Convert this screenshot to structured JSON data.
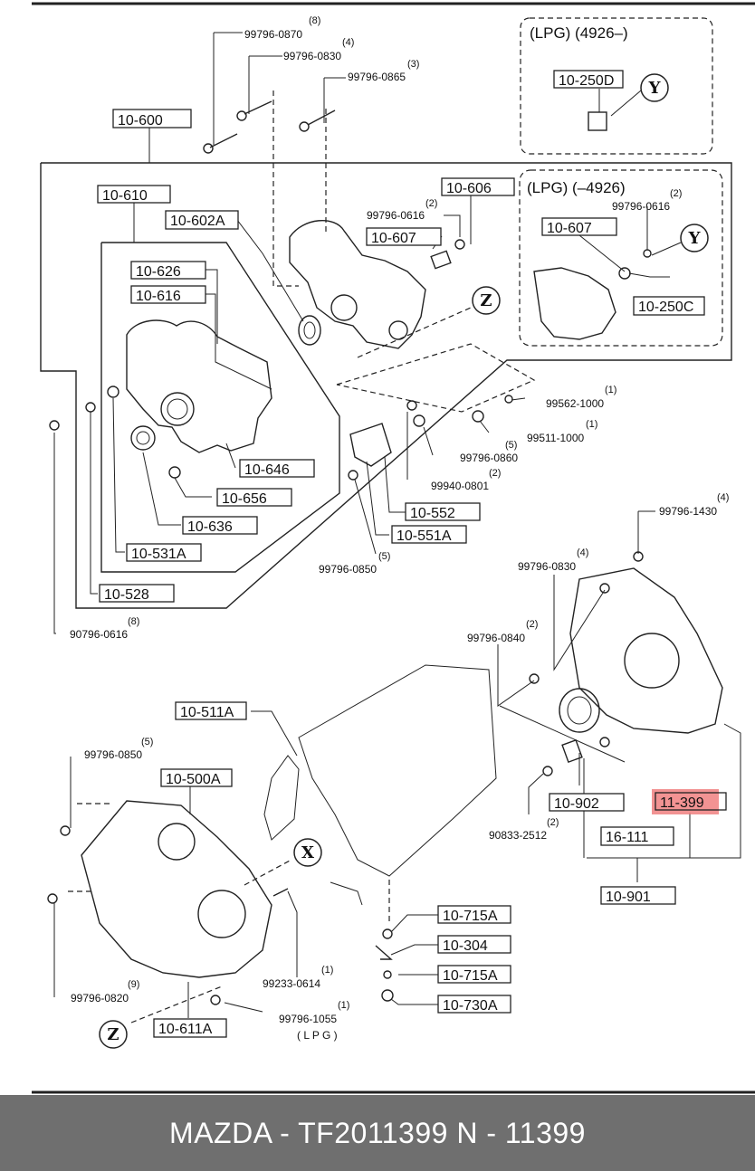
{
  "boxes": {
    "b10600": "10-600",
    "b10610": "10-610",
    "b10602A": "10-602A",
    "b10626": "10-626",
    "b10616": "10-616",
    "b10646": "10-646",
    "b10656": "10-656",
    "b10636": "10-636",
    "b10531A": "10-531A",
    "b10528": "10-528",
    "b10606": "10-606",
    "b10607a": "10-607",
    "b10552": "10-552",
    "b10551A": "10-551A",
    "b10250D": "10-250D",
    "b10607b": "10-607",
    "b10250C": "10-250C",
    "b10511A": "10-511A",
    "b10500A": "10-500A",
    "b10611A": "10-611A",
    "b10902": "10-902",
    "b11399": "11-399",
    "b16111": "16-111",
    "b10901": "10-901",
    "b10715A1": "10-715A",
    "b10304": "10-304",
    "b10715A2": "10-715A",
    "b10730A": "10-730A"
  },
  "parts": {
    "p0870": "99796-0870",
    "q0870": "(8)",
    "p0830a": "99796-0830",
    "q0830a": "(4)",
    "p0865": "99796-0865",
    "q0865": "(3)",
    "p0616a": "99796-0616",
    "q0616a": "(2)",
    "p0616b": "99796-0616",
    "q0616b": "(2)",
    "p1000a": "99562-1000",
    "q1000a": "(1)",
    "p1000b": "99511-1000",
    "q1000b": "(1)",
    "p0860": "99796-0860",
    "q0860": "(5)",
    "p0801": "99940-0801",
    "q0801": "(2)",
    "p0850a": "99796-0850",
    "q0850a": "(5)",
    "p1430": "99796-1430",
    "q1430": "(4)",
    "p0830b": "99796-0830",
    "q0830b": "(4)",
    "p0840": "99796-0840",
    "q0840": "(2)",
    "p90796": "90796-0616",
    "q90796": "(8)",
    "p2512": "90833-2512",
    "q2512": "(2)",
    "p0850b": "99796-0850",
    "q0850b": "(5)",
    "p0614": "99233-0614",
    "q0614": "(1)",
    "p0820": "99796-0820",
    "q0820": "(9)",
    "p1055": "99796-1055",
    "q1055": "(1)",
    "lpg": "( L P G )"
  },
  "headers": {
    "lpg_top": "(LPG) (4926–)",
    "lpg_mid": "(LPG) (–4926)"
  },
  "markers": {
    "y1": "Y",
    "y2": "Y",
    "z1": "Z",
    "z2": "Z",
    "x1": "X"
  },
  "footer": {
    "text": "MAZDA - TF2011399     N - 11399"
  },
  "colors": {
    "highlight": "#f08080",
    "footer_bg": "#6f6f6f"
  }
}
